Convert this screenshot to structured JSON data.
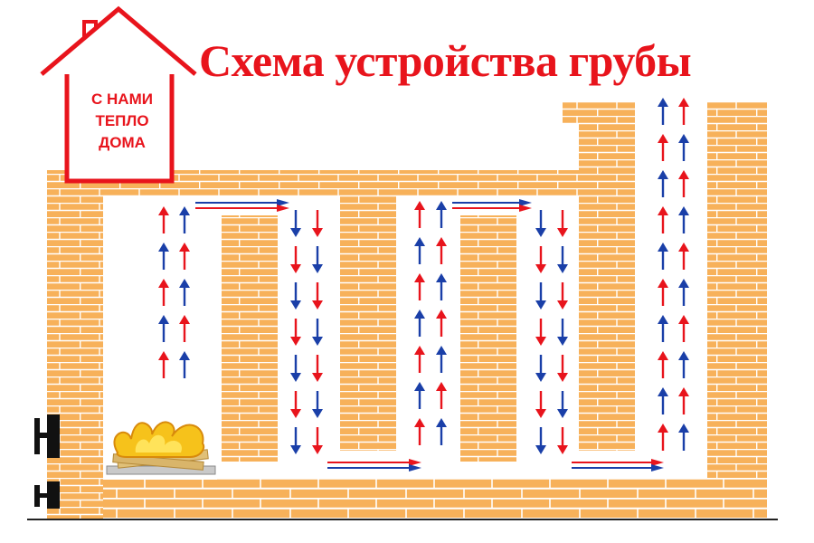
{
  "title": "Схема устройства грубы",
  "logo": {
    "lines": [
      "С НАМИ",
      "ТЕПЛО",
      "ДОМА"
    ]
  },
  "colors": {
    "brick": "#f7b15a",
    "mortar": "#ffffff",
    "hot_arrow": "#e8141c",
    "cold_arrow": "#1a3fa8",
    "flame": "#f6c21b",
    "title": "#e8141c"
  },
  "icons": [
    "house-logo-icon",
    "fire-icon",
    "firebox-door-icon",
    "ash-door-icon",
    "arrow-up-icon",
    "arrow-down-icon",
    "arrow-right-icon"
  ]
}
